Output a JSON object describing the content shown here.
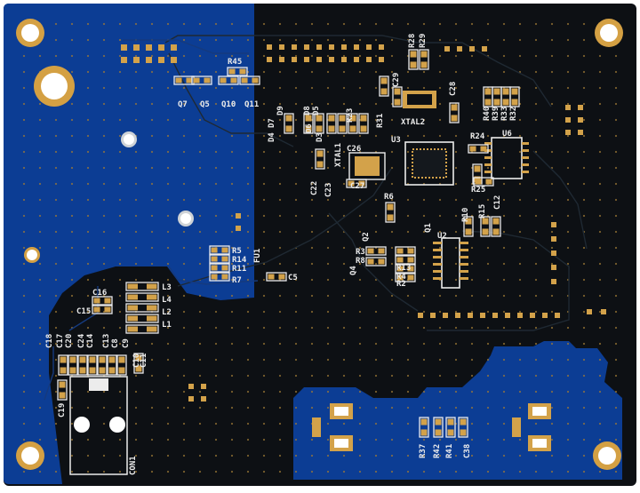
{
  "board": {
    "colors": {
      "edge": "#ffffff",
      "mask_blue": "#0c3d94",
      "mask_black": "#0d1014",
      "pad_gold": "#d3a24a",
      "via_gold": "#a07a34",
      "silk": "#ececec",
      "ring_gold": "#d4a043"
    },
    "designators": {
      "q7": "Q7",
      "q5": "Q5",
      "q10": "Q10",
      "q11": "Q11",
      "r45": "R45",
      "r28": "R28",
      "r29": "R29",
      "c29": "C29",
      "c28": "C28",
      "xtal2": "XTAL2",
      "r40": "R40",
      "r39": "R39",
      "r33": "R33",
      "r32": "R32",
      "r31": "R31",
      "d7": "D7",
      "d9": "D9",
      "d8": "D8",
      "d5": "D5",
      "d6": "D6",
      "d4": "D4",
      "d3": "D3",
      "r23": "R23",
      "r24": "R24",
      "u3": "U3",
      "u6": "U6",
      "c26": "C26",
      "xtal1": "XTAL1",
      "c22": "C22",
      "c23": "C23",
      "c27": "C27",
      "r25": "R25",
      "r6": "R6",
      "r10": "R10",
      "r15": "R15",
      "c12": "C12",
      "q2": "Q2",
      "q1": "Q1",
      "u2": "U2",
      "r3": "R3",
      "r8": "R8",
      "r13": "R13",
      "r4": "R4",
      "r2": "R2",
      "q4": "Q4",
      "r5": "R5",
      "r14": "R14",
      "r11": "R11",
      "r7": "R7",
      "fu1": "FU1",
      "c5": "C5",
      "c16": "C16",
      "c15": "C15",
      "l3": "L3",
      "l4": "L4",
      "l2": "L2",
      "l1": "L1",
      "c18": "C18",
      "c17": "C17",
      "c20": "C20",
      "c24": "C24",
      "c14": "C14",
      "c13": "C13",
      "c8": "C8",
      "c9": "C9",
      "c10": "C10",
      "c11": "C11",
      "c19": "C19",
      "con1": "CON1",
      "r37": "R37",
      "r42": "R42",
      "r41": "R41",
      "c38": "C38"
    }
  }
}
